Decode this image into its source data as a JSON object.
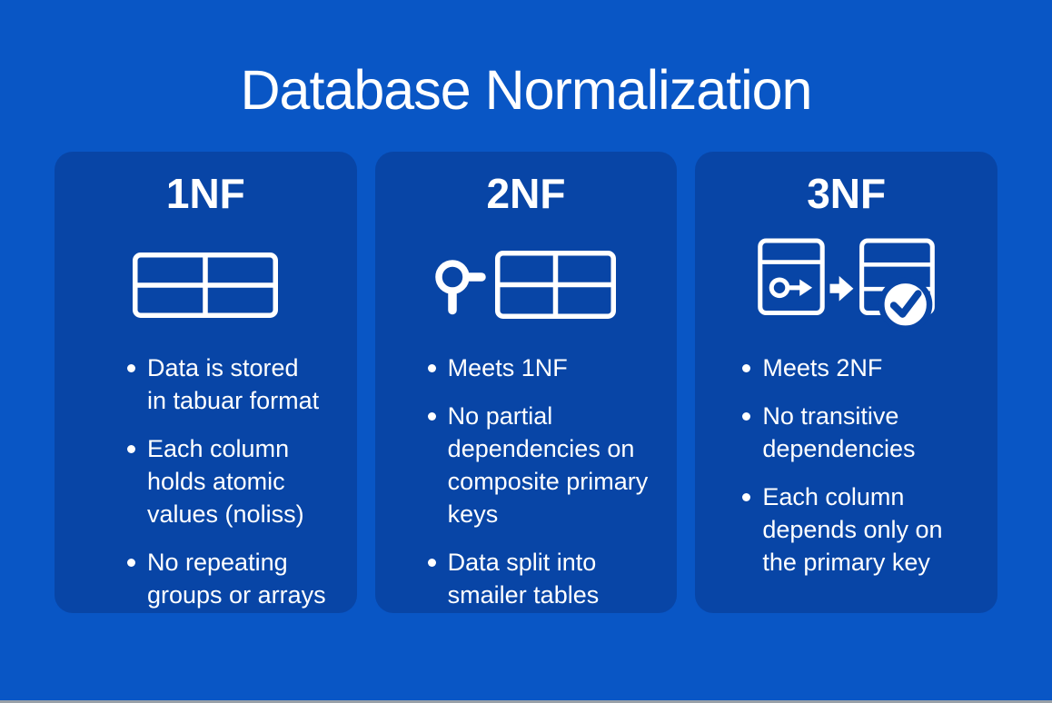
{
  "page": {
    "title": "Database Normalization"
  },
  "colors": {
    "background_blue": "#0956C5",
    "card_blue": "#0845A6",
    "text_white": "#FFFFFF"
  },
  "cards": [
    {
      "title": "1NF",
      "icon": "table-grid-icon",
      "bullets": [
        "Data is stored\nin tabuar format",
        "Each column\nholds atomic\nvalues (noliss)",
        "No repeating\ngroups or arrays"
      ]
    },
    {
      "title": "2NF",
      "icon": "key-and-table-icon",
      "bullets": [
        "Meets 1NF",
        "No partial\ndependencies on\ncomposite primary\nkeys",
        "Data split into\nsmailer tables"
      ]
    },
    {
      "title": "3NF",
      "icon": "key-table-arrow-checked-table-icon",
      "bullets": [
        "Meets 2NF",
        "No transitive\ndependencies",
        "Each column\ndepends only on\nthe primary key"
      ]
    }
  ]
}
